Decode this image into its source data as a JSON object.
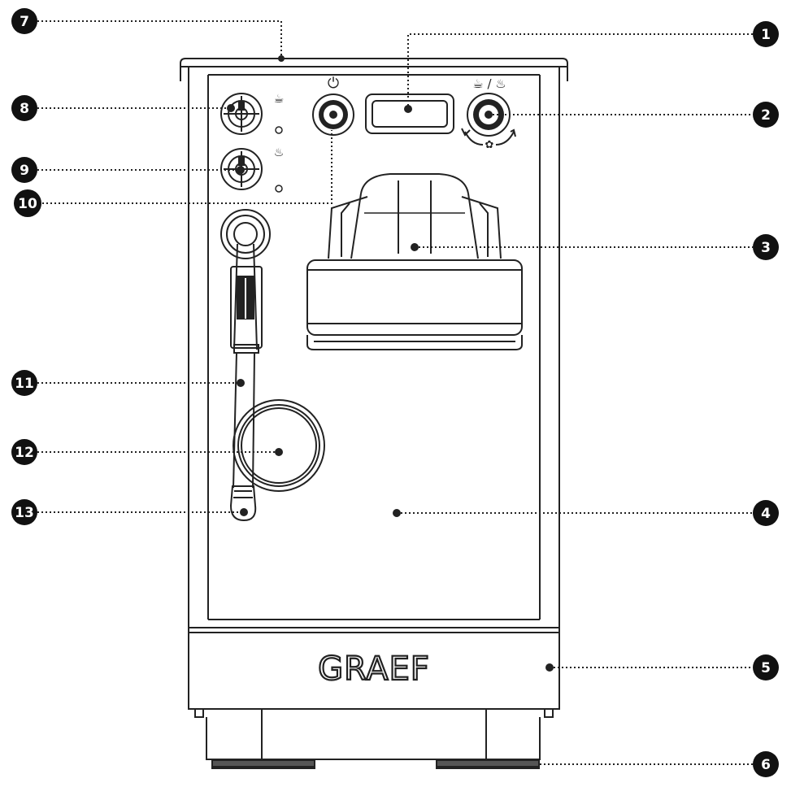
{
  "diagram": {
    "brand_logo": "GRAEF",
    "symbols": {
      "power": "⏻",
      "cup_steam": "☕ / ♨",
      "cup": "☕",
      "steam": "♨",
      "settings": "✿"
    },
    "callouts": [
      {
        "label": "1"
      },
      {
        "label": "2"
      },
      {
        "label": "3"
      },
      {
        "label": "4"
      },
      {
        "label": "5"
      },
      {
        "label": "6"
      },
      {
        "label": "7"
      },
      {
        "label": "8"
      },
      {
        "label": "9"
      },
      {
        "label": "10"
      },
      {
        "label": "11"
      },
      {
        "label": "12"
      },
      {
        "label": "13"
      }
    ]
  },
  "colors": {
    "ink": "#222222",
    "background": "#ffffff"
  }
}
